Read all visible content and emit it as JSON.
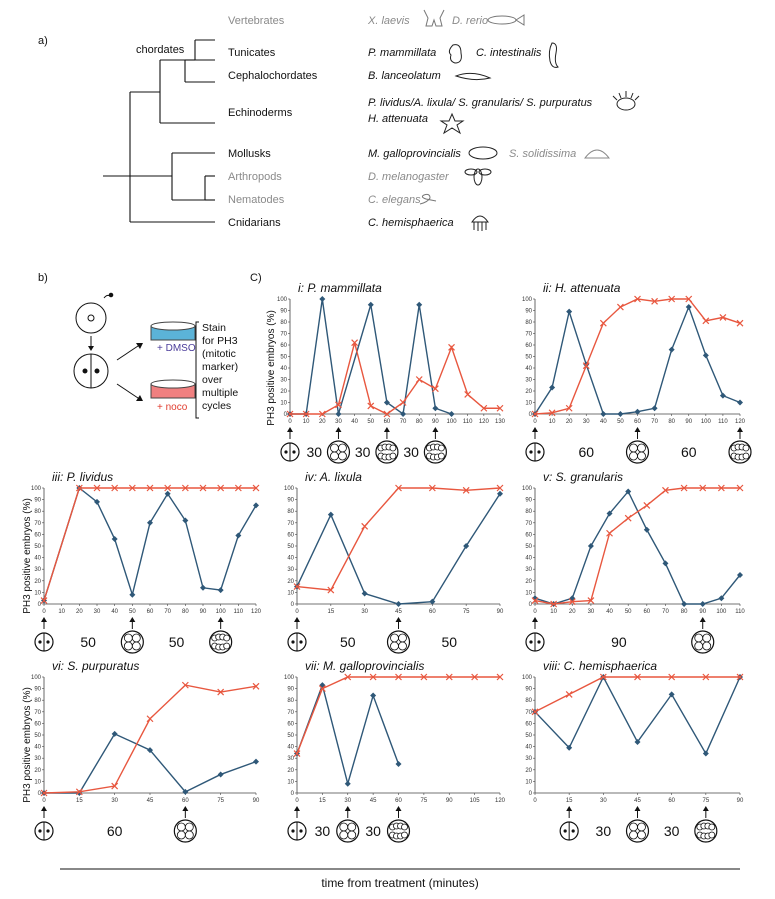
{
  "panel_a": {
    "label": "a)",
    "node_label": "chordates",
    "taxa": [
      {
        "group": "Vertebrates",
        "species": [
          "X. laevis",
          "D. rerio"
        ],
        "grey": true
      },
      {
        "group": "Tunicates",
        "species": [
          "P. mammillata",
          "C. intestinalis"
        ],
        "grey": false
      },
      {
        "group": "Cephalochordates",
        "species": [
          "B. lanceolatum"
        ],
        "grey": false
      },
      {
        "group": "Echinoderms",
        "species": [
          "P. lividus/A. lixula/ S. granularis/ S. purpuratus",
          "H. attenuata"
        ],
        "grey": false
      },
      {
        "group": "Mollusks",
        "species": [
          "M. galloprovincialis",
          "S. solidissima"
        ],
        "grey": false
      },
      {
        "group": "Arthropods",
        "species": [
          "D. melanogaster"
        ],
        "grey": true
      },
      {
        "group": "Nematodes",
        "species": [
          "C. elegans"
        ],
        "grey": true
      },
      {
        "group": "Cnidarians",
        "species": [
          "C. hemisphaerica"
        ],
        "grey": false
      }
    ]
  },
  "panel_b": {
    "label": "b)",
    "dmso": "+ DMSO",
    "noco": "+ noco",
    "stain_lines": [
      "Stain",
      "for PH3",
      "(mitotic",
      "marker)",
      "over",
      "multiple",
      "cycles"
    ]
  },
  "panel_c_label": "C)",
  "y_axis_label": "PH3 positive embryos (%)",
  "x_axis_label": "time from treatment (minutes)",
  "colors": {
    "dmso": "#2f5878",
    "noco": "#e8573f"
  },
  "chart_data": [
    {
      "type": "line",
      "title": "i: P. mammillata",
      "x": [
        0,
        10,
        20,
        30,
        40,
        50,
        60,
        70,
        80,
        90,
        100,
        110,
        120,
        130
      ],
      "xlim": [
        0,
        130
      ],
      "ylim": [
        0,
        100
      ],
      "series": [
        {
          "values": [
            0,
            0,
            100,
            0,
            null,
            95,
            10,
            0,
            95,
            5,
            0,
            null,
            null,
            null
          ]
        },
        {
          "values": [
            0,
            0,
            0,
            8,
            62,
            7,
            0,
            10,
            30,
            22,
            58,
            17,
            5,
            5
          ]
        }
      ],
      "intervals": [
        "30",
        "30",
        "30"
      ],
      "arrows_x": [
        0,
        30,
        60,
        90
      ]
    },
    {
      "type": "line",
      "title": "ii: H. attenuata",
      "x": [
        0,
        10,
        20,
        30,
        40,
        50,
        60,
        70,
        80,
        90,
        100,
        110,
        120
      ],
      "xlim": [
        0,
        120
      ],
      "ylim": [
        0,
        100
      ],
      "series": [
        {
          "values": [
            0,
            23,
            89,
            43,
            0,
            0,
            2,
            5,
            56,
            93,
            51,
            16,
            10
          ]
        },
        {
          "values": [
            0,
            1,
            5,
            42,
            79,
            93,
            100,
            98,
            100,
            100,
            81,
            84,
            79
          ]
        }
      ],
      "intervals": [
        "60",
        "60"
      ],
      "arrows_x": [
        0,
        60,
        120
      ]
    },
    {
      "type": "line",
      "title": "iii: P. lividus",
      "x": [
        0,
        10,
        20,
        30,
        40,
        50,
        60,
        70,
        80,
        90,
        100,
        110,
        120
      ],
      "xlim": [
        0,
        120
      ],
      "ylim": [
        0,
        100
      ],
      "series": [
        {
          "values": [
            3,
            null,
            100,
            88,
            56,
            8,
            70,
            95,
            72,
            14,
            12,
            59,
            85
          ]
        },
        {
          "values": [
            3,
            null,
            100,
            100,
            100,
            100,
            100,
            100,
            100,
            100,
            100,
            100,
            100
          ]
        }
      ],
      "intervals": [
        "50",
        "50"
      ],
      "arrows_x": [
        0,
        50,
        100
      ]
    },
    {
      "type": "line",
      "title": "iv: A. lixula",
      "x": [
        0,
        15,
        30,
        45,
        60,
        75,
        90
      ],
      "xlim": [
        0,
        90
      ],
      "ylim": [
        0,
        100
      ],
      "series": [
        {
          "values": [
            15,
            77,
            9,
            0,
            2,
            50,
            95
          ]
        },
        {
          "values": [
            15,
            12,
            67,
            100,
            100,
            98,
            100
          ]
        }
      ],
      "intervals": [
        "50",
        "50"
      ],
      "arrows_x": [
        0,
        45
      ]
    },
    {
      "type": "line",
      "title": "v: S. granularis",
      "x": [
        0,
        10,
        20,
        30,
        40,
        50,
        60,
        70,
        80,
        90,
        100,
        110
      ],
      "xlim": [
        0,
        110
      ],
      "ylim": [
        0,
        100
      ],
      "series": [
        {
          "values": [
            5,
            0,
            5,
            50,
            78,
            97,
            64,
            35,
            0,
            0,
            5,
            25
          ]
        },
        {
          "values": [
            3,
            0,
            2,
            3,
            61,
            74,
            85,
            98,
            100,
            100,
            100,
            100
          ]
        }
      ],
      "intervals": [
        "90"
      ],
      "arrows_x": [
        0,
        90
      ]
    },
    {
      "type": "line",
      "title": "vi: S. purpuratus",
      "x": [
        0,
        15,
        30,
        45,
        60,
        75,
        90
      ],
      "xlim": [
        0,
        90
      ],
      "ylim": [
        0,
        100
      ],
      "series": [
        {
          "values": [
            0,
            0,
            51,
            37,
            1,
            16,
            27
          ]
        },
        {
          "values": [
            0,
            1,
            6,
            64,
            93,
            87,
            92
          ]
        }
      ],
      "intervals": [
        "60"
      ],
      "arrows_x": [
        0,
        60
      ]
    },
    {
      "type": "line",
      "title": "vii: M. galloprovincialis",
      "x": [
        0,
        15,
        30,
        45,
        60,
        75,
        90,
        105,
        120
      ],
      "xlim": [
        0,
        120
      ],
      "ylim": [
        0,
        100
      ],
      "series": [
        {
          "values": [
            34,
            93,
            8,
            84,
            25,
            null,
            null,
            null,
            null
          ]
        },
        {
          "values": [
            34,
            90,
            100,
            100,
            100,
            100,
            100,
            100,
            100
          ]
        }
      ],
      "intervals": [
        "30",
        "30"
      ],
      "arrows_x": [
        0,
        30,
        60
      ]
    },
    {
      "type": "line",
      "title": "viii: C. hemisphaerica",
      "x": [
        0,
        15,
        30,
        45,
        60,
        75,
        90
      ],
      "xlim": [
        0,
        90
      ],
      "ylim": [
        0,
        100
      ],
      "series": [
        {
          "values": [
            70,
            39,
            100,
            44,
            85,
            34,
            100
          ]
        },
        {
          "values": [
            70,
            85,
            100,
            100,
            100,
            100,
            100
          ]
        }
      ],
      "intervals": [
        "30",
        "30"
      ],
      "arrows_x": [
        15,
        45,
        75
      ]
    }
  ]
}
